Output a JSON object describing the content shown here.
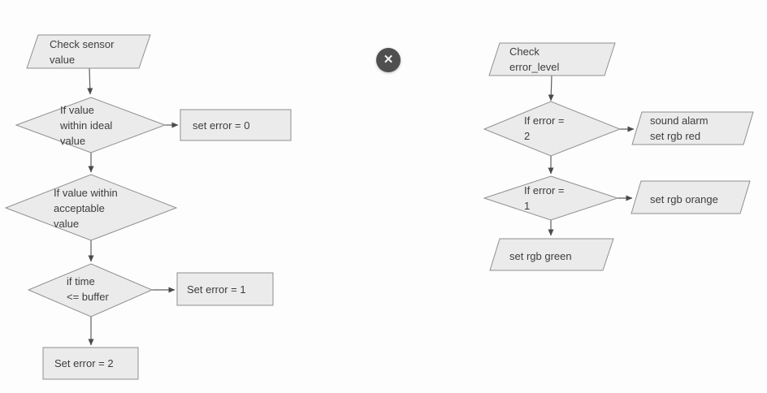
{
  "colors": {
    "background": "#fdfdfd",
    "node_fill": "#ebebeb",
    "node_border": "#8f8f8f",
    "connector": "#5f5f5f",
    "text": "#3d3d3d",
    "close_button_bg": "#4f4f4f",
    "close_button_glyph": "#f2f2f2"
  },
  "close_button": {
    "glyph": "✕"
  },
  "left_flowchart": {
    "start": "Check sensor\nvalue",
    "decision_ideal": "If value\nwithin ideal\nvalue",
    "set_error_0": "set error = 0",
    "decision_acceptable": "If value within\nacceptable\nvalue",
    "decision_time": "if time\n<= buffer",
    "set_error_1": "Set error = 1",
    "set_error_2": "Set error = 2"
  },
  "right_flowchart": {
    "start": "Check\nerror_level",
    "decision_error_2": "If error =\n2",
    "alarm_red": "sound alarm\nset rgb red",
    "decision_error_1": "If error =\n1",
    "set_rgb_orange": "set rgb orange",
    "set_rgb_green": "set rgb green"
  }
}
